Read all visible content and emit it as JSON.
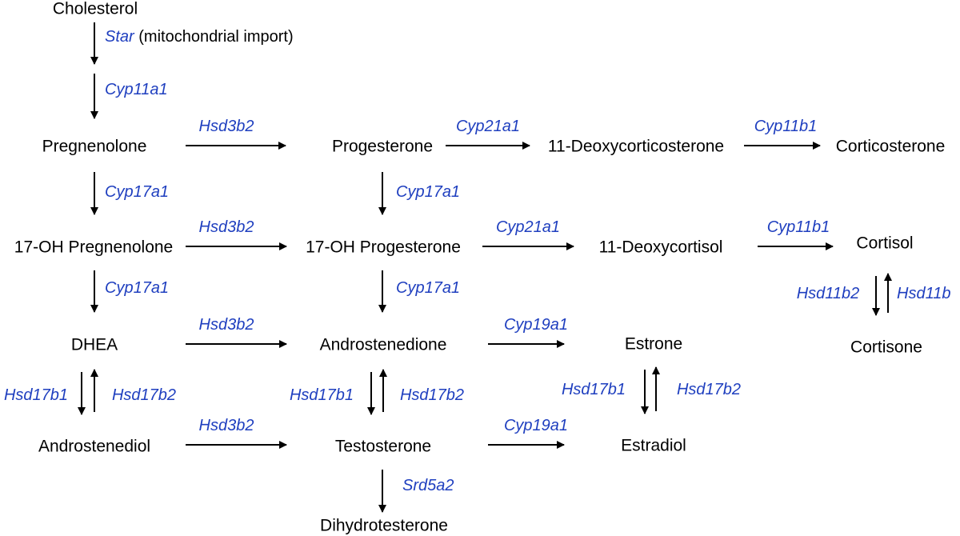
{
  "metabolites": {
    "cholesterol": "Cholesterol",
    "pregnenolone": "Pregnenolone",
    "progesterone": "Progesterone",
    "deoxycorticosterone": "11-Deoxycorticosterone",
    "corticosterone": "Corticosterone",
    "oh_pregnenolone": "17-OH Pregnenolone",
    "oh_progesterone": "17-OH Progesterone",
    "deoxycortisol": "11-Deoxycortisol",
    "cortisol": "Cortisol",
    "cortisone": "Cortisone",
    "dhea": "DHEA",
    "androstenedione": "Androstenedione",
    "estrone": "Estrone",
    "androstenediol": "Androstenediol",
    "testosterone": "Testosterone",
    "estradiol": "Estradiol",
    "dihydrotestosterone": "Dihydrotesterone"
  },
  "enzymes": {
    "star": "Star",
    "star_note": "(mitochondrial import)",
    "cyp11a1": "Cyp11a1",
    "hsd3b2": "Hsd3b2",
    "cyp21a1": "Cyp21a1",
    "cyp11b1": "Cyp11b1",
    "cyp17a1": "Cyp17a1",
    "hsd11b2": "Hsd11b2",
    "hsd11b_partial": "Hsd11b",
    "cyp19a1": "Cyp19a1",
    "hsd17b1": "Hsd17b1",
    "hsd17b2": "Hsd17b2",
    "srd5a2": "Srd5a2"
  },
  "colors": {
    "metabolite_text": "#000000",
    "enzyme_text": "#1f3fbf",
    "arrow": "#000000"
  }
}
